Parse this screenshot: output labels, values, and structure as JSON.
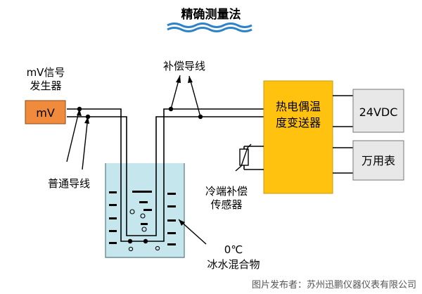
{
  "title": "精确测量法",
  "labels": {
    "mv_generator": [
      "mV信号",
      "发生器"
    ],
    "mv_box": "mV",
    "compensation_wire": "补偿导线",
    "ordinary_wire": "普通导线",
    "transmitter": [
      "热电偶温",
      "度变送器"
    ],
    "power": "24VDC",
    "multimeter": "万用表",
    "cold_junction_sensor": [
      "冷端补偿",
      "传感器"
    ],
    "ice_water": [
      "0℃",
      "冰水混合物"
    ]
  },
  "caption": "图片发布者：苏州迅鹏仪器仪表有限公司",
  "colors": {
    "title_underline": "#2f82c8",
    "mv_box": "#f08a3c",
    "transmitter": "#ffc20e",
    "gray_box": "#e8e8e8",
    "water": "#c6e6ee",
    "beaker_outline": "#6a8c96"
  }
}
